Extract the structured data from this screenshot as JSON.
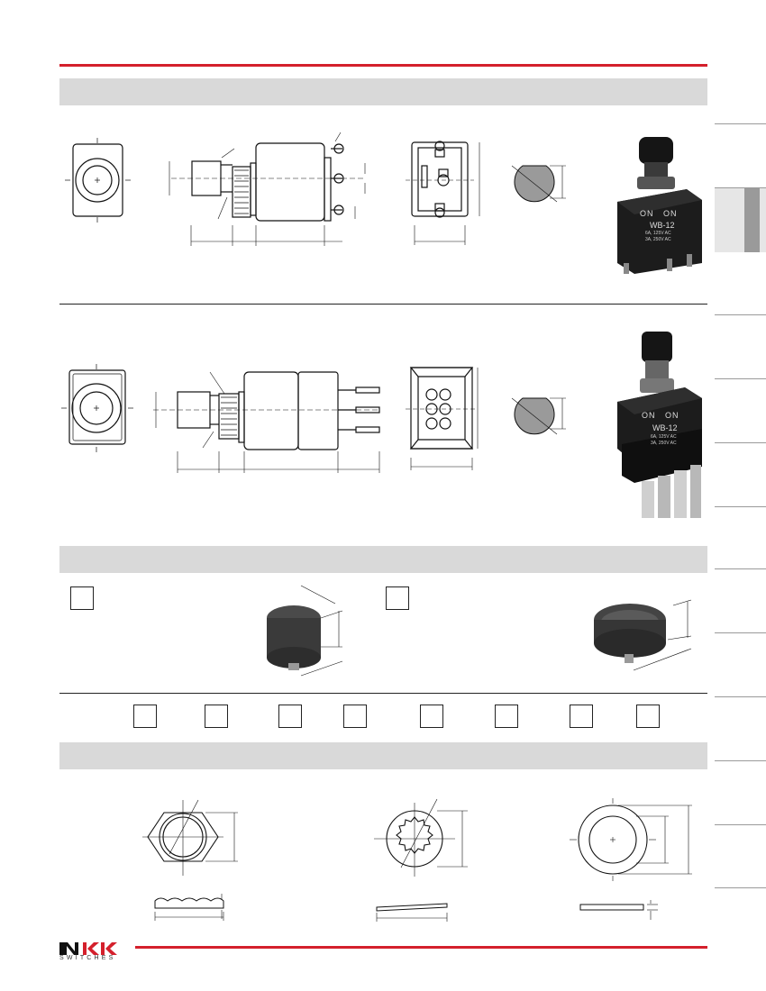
{
  "brand": {
    "logo_text": "NKK",
    "logo_subtext": "SWITCHES",
    "accent_color": "#d4202c"
  },
  "photos": {
    "switch_top": {
      "contacts_label": "ON   ON",
      "model": "WB-12",
      "rating_1": "6A, 125V AC",
      "rating_2": "3A, 250V AC"
    },
    "switch_bottom": {
      "contacts_label": "ON   ON",
      "model": "WB-12",
      "rating_1": "6A, 125V AC",
      "rating_2": "3A, 250V AC"
    }
  },
  "icons": [
    "nkk-logo",
    "cap-photo",
    "switch-photo",
    "drawing"
  ]
}
